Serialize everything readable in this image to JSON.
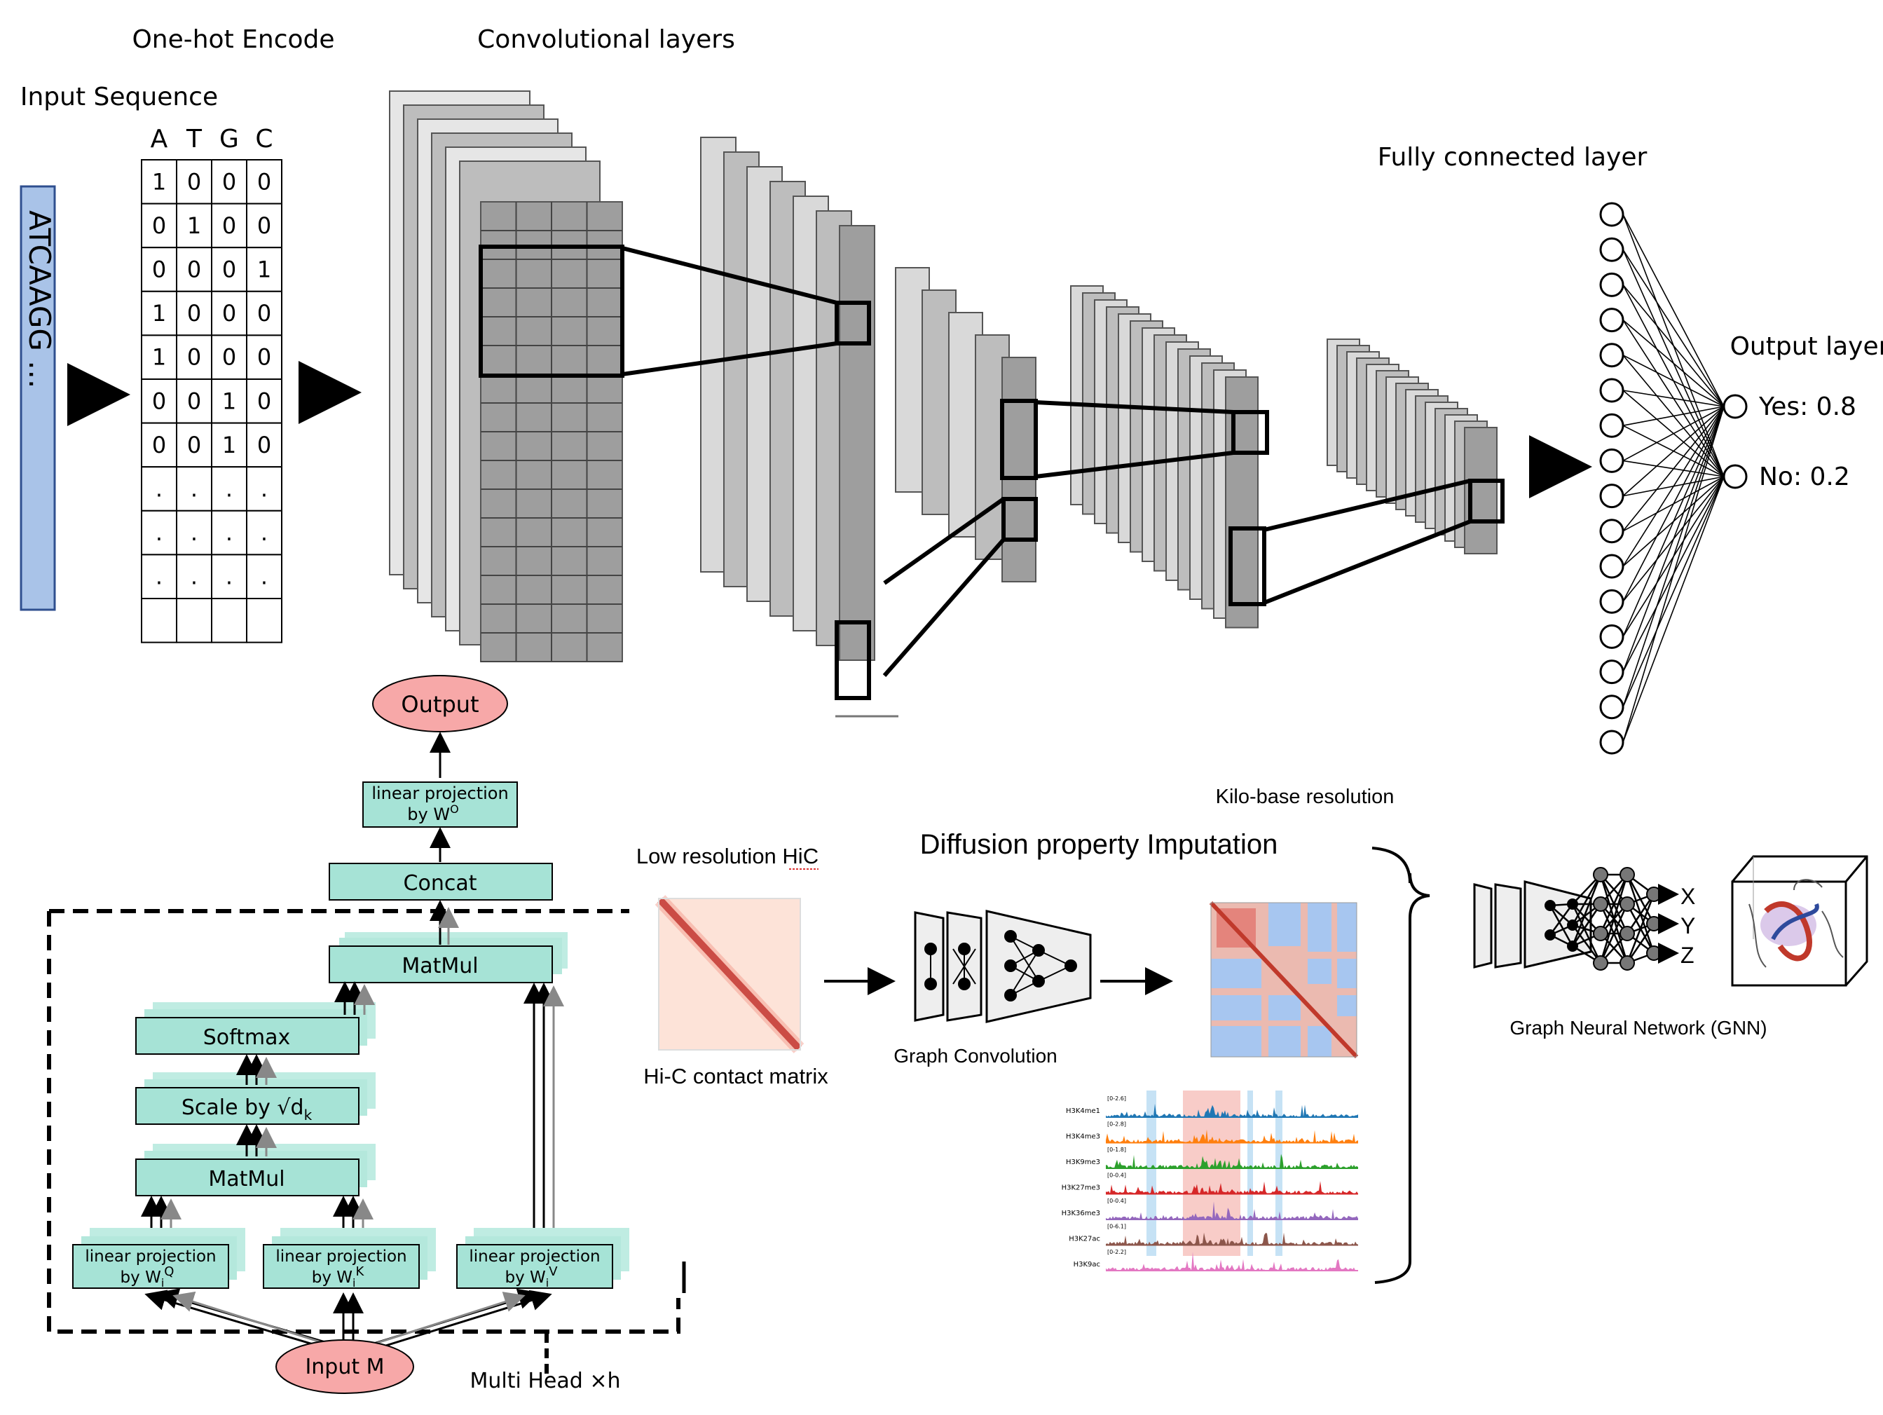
{
  "cnn": {
    "one_hot_title": "One-hot Encode",
    "conv_title": "Convolutional layers",
    "input_title": "Input Sequence",
    "sequence": "ATCAAGG ...",
    "bases": [
      "A",
      "T",
      "G",
      "C"
    ],
    "matrix": [
      [
        "1",
        "0",
        "0",
        "0"
      ],
      [
        "0",
        "1",
        "0",
        "0"
      ],
      [
        "0",
        "0",
        "0",
        "1"
      ],
      [
        "1",
        "0",
        "0",
        "0"
      ],
      [
        "1",
        "0",
        "0",
        "0"
      ],
      [
        "0",
        "0",
        "1",
        "0"
      ],
      [
        "0",
        "0",
        "1",
        "0"
      ],
      [
        ".",
        ".",
        ".",
        "."
      ],
      [
        ".",
        ".",
        ".",
        "."
      ],
      [
        ".",
        ".",
        ".",
        "."
      ],
      [
        "",
        "",
        "",
        ""
      ]
    ],
    "fc_title": "Fully connected layer",
    "output_layer_title": "Output layer",
    "outputs": [
      "Yes: 0.8",
      "No: 0.2"
    ]
  },
  "attention": {
    "output": "Output",
    "final_projection": [
      "linear projection",
      "by W"
    ],
    "final_projection_sup": "O",
    "concat": "Concat",
    "matmul_top": "MatMul",
    "softmax": "Softmax",
    "scale": "Scale by √d",
    "scale_sub": "k",
    "matmul_bottom": "MatMul",
    "proj_line1": "linear projection",
    "proj_q": "by W",
    "proj_q_sub": "i",
    "proj_q_sup": "Q",
    "proj_k": "by W",
    "proj_k_sub": "i",
    "proj_k_sup": "K",
    "proj_v": "by W",
    "proj_v_sub": "i",
    "proj_v_sup": "V",
    "input": "Input M",
    "multihead": "Multi Head ×h",
    "colors": {
      "block": "#a6e3d6",
      "ellipse": "#f7a8a8"
    }
  },
  "hic": {
    "kilobase": "Kilo-base resolution",
    "low_res": "Low resolution HiC",
    "imputation_title": "Diffusion property Imputation",
    "contact_matrix": "Hi-C contact matrix",
    "graph_conv": "Graph Convolution",
    "coords": [
      "X",
      "Y",
      "Z"
    ],
    "gnn": "Graph Neural Network (GNN)",
    "tracks": [
      {
        "name": "H3K4me1",
        "range": "[0-2.6]",
        "color": "#1f77b4"
      },
      {
        "name": "H3K4me3",
        "range": "[0-2.8]",
        "color": "#ff7f0e"
      },
      {
        "name": "H3K9me3",
        "range": "[0-1.8]",
        "color": "#2ca02c"
      },
      {
        "name": "H3K27me3",
        "range": "[0-0.4]",
        "color": "#d62728"
      },
      {
        "name": "H3K36me3",
        "range": "[0-0.4]",
        "color": "#9467bd"
      },
      {
        "name": "H3K27ac",
        "range": "[0-6.1]",
        "color": "#8c564b"
      },
      {
        "name": "H3K9ac",
        "range": "[0-2.2]",
        "color": "#e377c2"
      }
    ]
  }
}
